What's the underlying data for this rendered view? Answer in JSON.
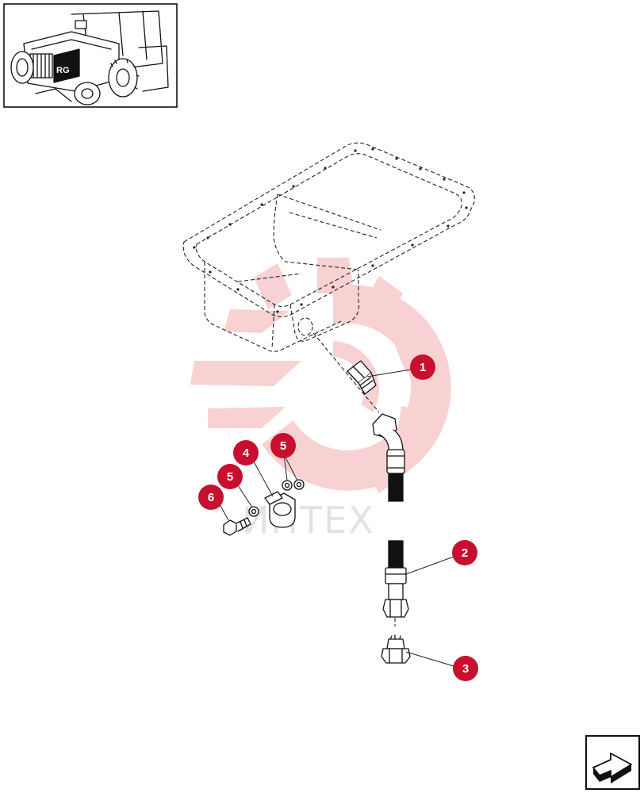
{
  "colors": {
    "callout_fill": "#c8102e",
    "watermark": "#f6c3c3",
    "line": "#111111"
  },
  "icons": {
    "thumbnail": "grader-machine-thumbnail",
    "nav": "next-page-arrow-icon"
  },
  "watermark": {
    "text": "ИНТЕХ"
  },
  "callouts": [
    {
      "id": "callout-1",
      "label": "1"
    },
    {
      "id": "callout-2",
      "label": "2"
    },
    {
      "id": "callout-3",
      "label": "3"
    },
    {
      "id": "callout-4",
      "label": "4"
    },
    {
      "id": "callout-5a",
      "label": "5"
    },
    {
      "id": "callout-5b",
      "label": "5"
    },
    {
      "id": "callout-6",
      "label": "6"
    }
  ]
}
